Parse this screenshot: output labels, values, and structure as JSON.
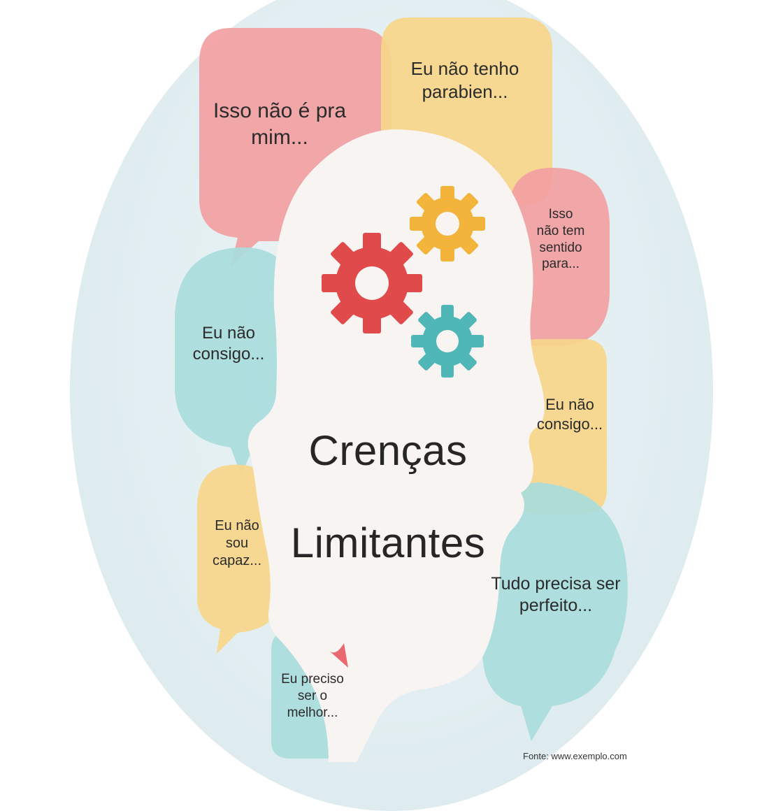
{
  "illustration": {
    "title_line1": "Crenças",
    "title_line2": "Limitantes",
    "bubbles": [
      {
        "id": "red-top-left",
        "text": "Isso não é pra\nmim..."
      },
      {
        "id": "yellow-top",
        "text": "Eu não tenho\nparabien..."
      },
      {
        "id": "red-right",
        "text": "Isso\nnão tem\nsentido\npara..."
      },
      {
        "id": "teal-left",
        "text": "Eu não\nconsigo..."
      },
      {
        "id": "yellow-right",
        "text": "Eu não\nconsigo..."
      },
      {
        "id": "yellow-left",
        "text": "Eu não\nsou\ncapaz..."
      },
      {
        "id": "teal-right",
        "text": "Tudo precisa ser\nperfeito..."
      },
      {
        "id": "teal-bottom",
        "text": "Eu preciso\nser o\nmelhor..."
      }
    ],
    "credit": "Fonte: www.exemplo.com",
    "colors": {
      "background": "#ffffff",
      "oval": "#e2eef1",
      "red": "#f2a0a2",
      "yellow": "#f7d68a",
      "teal": "#a9dcdc",
      "head": "#f7f4f2",
      "gear_red": "#e04a4a",
      "gear_yellow": "#f2b43a",
      "gear_teal": "#4fb7b7"
    }
  }
}
